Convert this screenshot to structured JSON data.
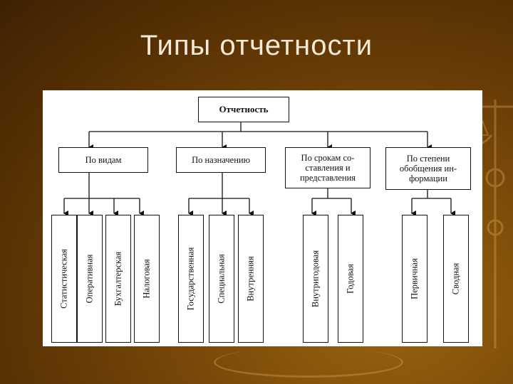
{
  "slide": {
    "title": "Типы отчетности"
  },
  "diagram": {
    "root": "Отчетность",
    "categories": [
      {
        "label": "По видам",
        "items": [
          "Статистическая",
          "Оперативная",
          "Бухгалтерская",
          "Налоговая"
        ]
      },
      {
        "label": "По назначению",
        "items": [
          "Государственная",
          "Специальная",
          "Внутренняя"
        ]
      },
      {
        "label": "По срокам со-ставления и представления",
        "items": [
          "Внутригодовая",
          "Годовая"
        ]
      },
      {
        "label": "По степени обобщения ин-формации",
        "items": [
          "Первичная",
          "Сводная"
        ]
      }
    ]
  }
}
